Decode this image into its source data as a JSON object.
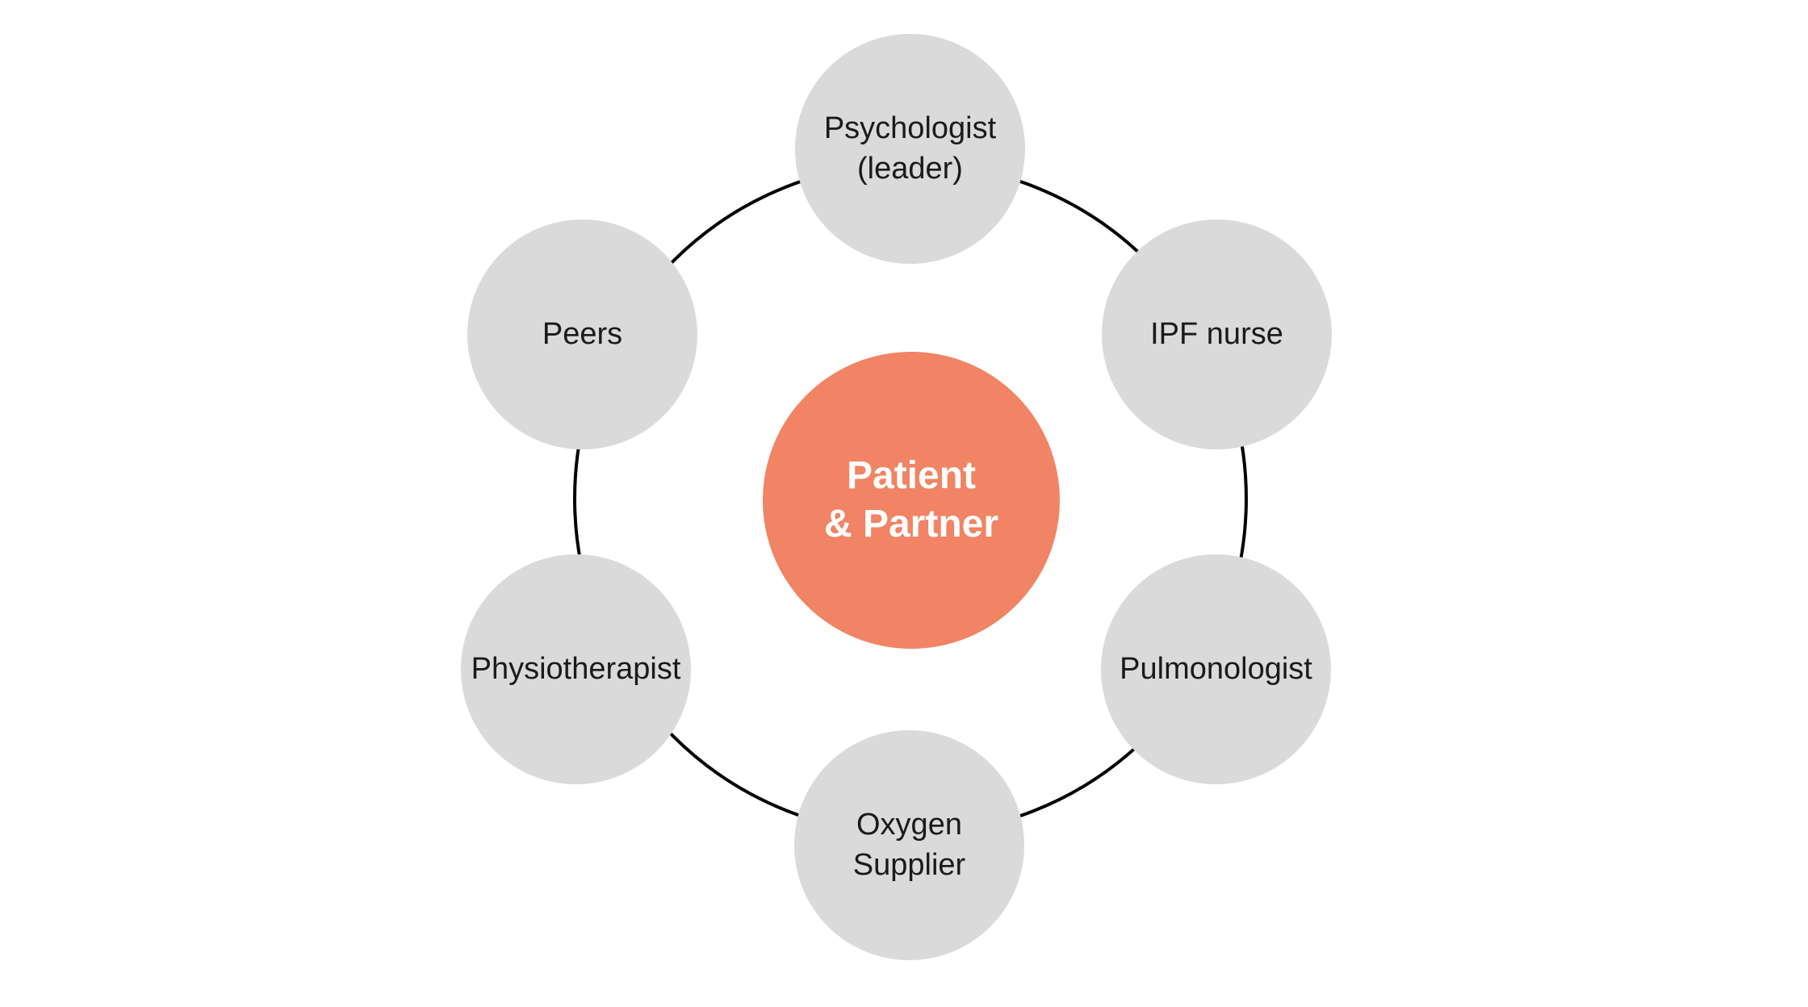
{
  "diagram": {
    "center": {
      "id": "patient-partner",
      "label": "Patient\n& Partner"
    },
    "nodes": [
      {
        "id": "psychologist",
        "label": "Psychologist\n(leader)",
        "position": "top"
      },
      {
        "id": "ipf-nurse",
        "label": "IPF nurse",
        "position": "top-right"
      },
      {
        "id": "pulmonologist",
        "label": "Pulmonologist",
        "position": "bottom-right"
      },
      {
        "id": "oxygen-supplier",
        "label": "Oxygen\nSupplier",
        "position": "bottom"
      },
      {
        "id": "physiotherapist",
        "label": "Physiotherapist",
        "position": "bottom-left"
      },
      {
        "id": "peers",
        "label": "Peers",
        "position": "top-left"
      }
    ],
    "colors": {
      "background": "#FFFFFF",
      "center_fill": "#F08464",
      "center_text": "#FFFFFF",
      "node_fill": "#DADADA",
      "node_text": "#1A1A1A",
      "ring_stroke": "#000000"
    }
  }
}
